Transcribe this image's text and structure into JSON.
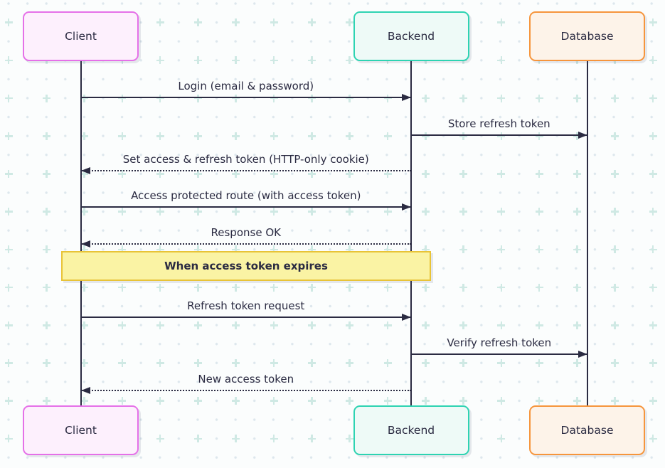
{
  "diagram": {
    "type": "sequence",
    "actors": [
      {
        "id": "client",
        "label": "Client",
        "border_color": "#e570e8",
        "fill_color": "#fdf0fd"
      },
      {
        "id": "backend",
        "label": "Backend",
        "border_color": "#2ed3b2",
        "fill_color": "#eefaf7"
      },
      {
        "id": "database",
        "label": "Database",
        "border_color": "#f6953c",
        "fill_color": "#fdf3e9"
      }
    ],
    "messages": [
      {
        "from": "client",
        "to": "backend",
        "label": "Login (email & password)",
        "line_style": "solid"
      },
      {
        "from": "backend",
        "to": "database",
        "label": "Store refresh token",
        "line_style": "solid"
      },
      {
        "from": "backend",
        "to": "client",
        "label": "Set access & refresh token (HTTP-only cookie)",
        "line_style": "dotted"
      },
      {
        "from": "client",
        "to": "backend",
        "label": "Access protected route (with access token)",
        "line_style": "solid"
      },
      {
        "from": "backend",
        "to": "client",
        "label": "Response OK",
        "line_style": "dotted"
      },
      {
        "from": "client",
        "to": "backend",
        "label": "Refresh token request",
        "line_style": "solid"
      },
      {
        "from": "backend",
        "to": "database",
        "label": "Verify refresh token",
        "line_style": "solid"
      },
      {
        "from": "backend",
        "to": "client",
        "label": "New access token",
        "line_style": "dotted"
      }
    ],
    "note": {
      "label": "When access token expires",
      "fill_color": "#faf3a4",
      "border_color": "#e8c337"
    },
    "colors": {
      "line": "#2b2b42",
      "text": "#2b2b42",
      "canvas": "#fbfdfd",
      "grid_dot": "#dde7ed",
      "grid_plus": "#cfe9e4"
    }
  }
}
